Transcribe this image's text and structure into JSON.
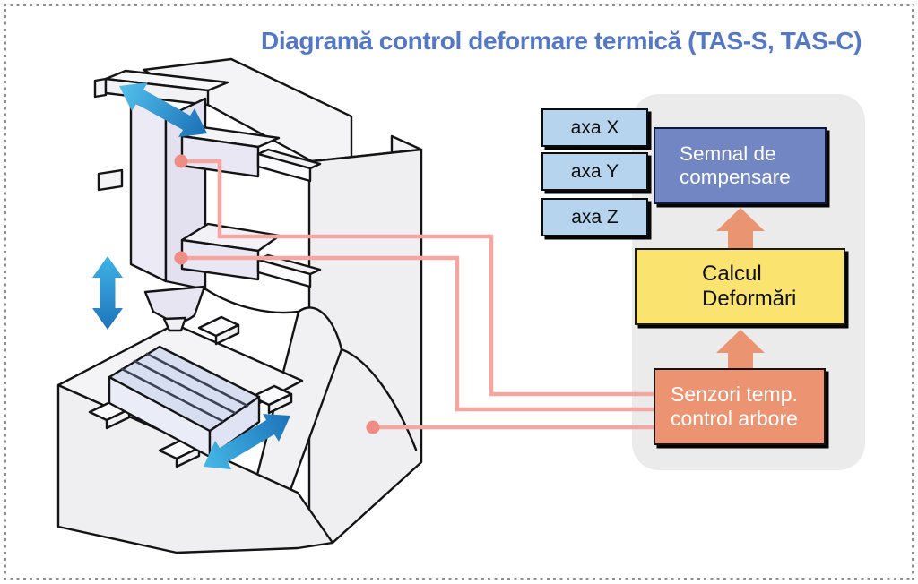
{
  "header": {
    "title": "Diagramă control deformare termică (TAS-S, TAS-C)"
  },
  "axes": [
    {
      "label": "axa X"
    },
    {
      "label": "axa Y"
    },
    {
      "label": "axa Z"
    }
  ],
  "flow": {
    "compensation_box": {
      "line1": "Semnal de",
      "line2": "compensare"
    },
    "calculation_box": {
      "line1": "Calcul",
      "line2": "Deformări"
    },
    "sensors_box": {
      "line1": "Senzori temp.",
      "line2": "control arbore"
    }
  },
  "icons": [
    "y-axis-arrow-icon",
    "z-axis-arrow-icon",
    "x-axis-arrow-icon",
    "up-arrow-icon",
    "sensor-dot"
  ],
  "colors": {
    "title_blue": "#5478C6",
    "axis_box_blue": "#B7D4EE",
    "compensation_blue": "#7286C3",
    "calculation_yellow": "#FAE36E",
    "sensors_orange": "#EC9372",
    "flow_arrow_orange": "#EB9471",
    "sensor_wire_pink": "#F4A6A0",
    "sensor_dot_pink": "#EE8D85",
    "machine_arrow_blue_light": "#45BAE8",
    "machine_arrow_blue_dark": "#1B6FB8",
    "panel_gray": "#EBEBEB",
    "border_dot_gray": "#8F8F8F"
  }
}
